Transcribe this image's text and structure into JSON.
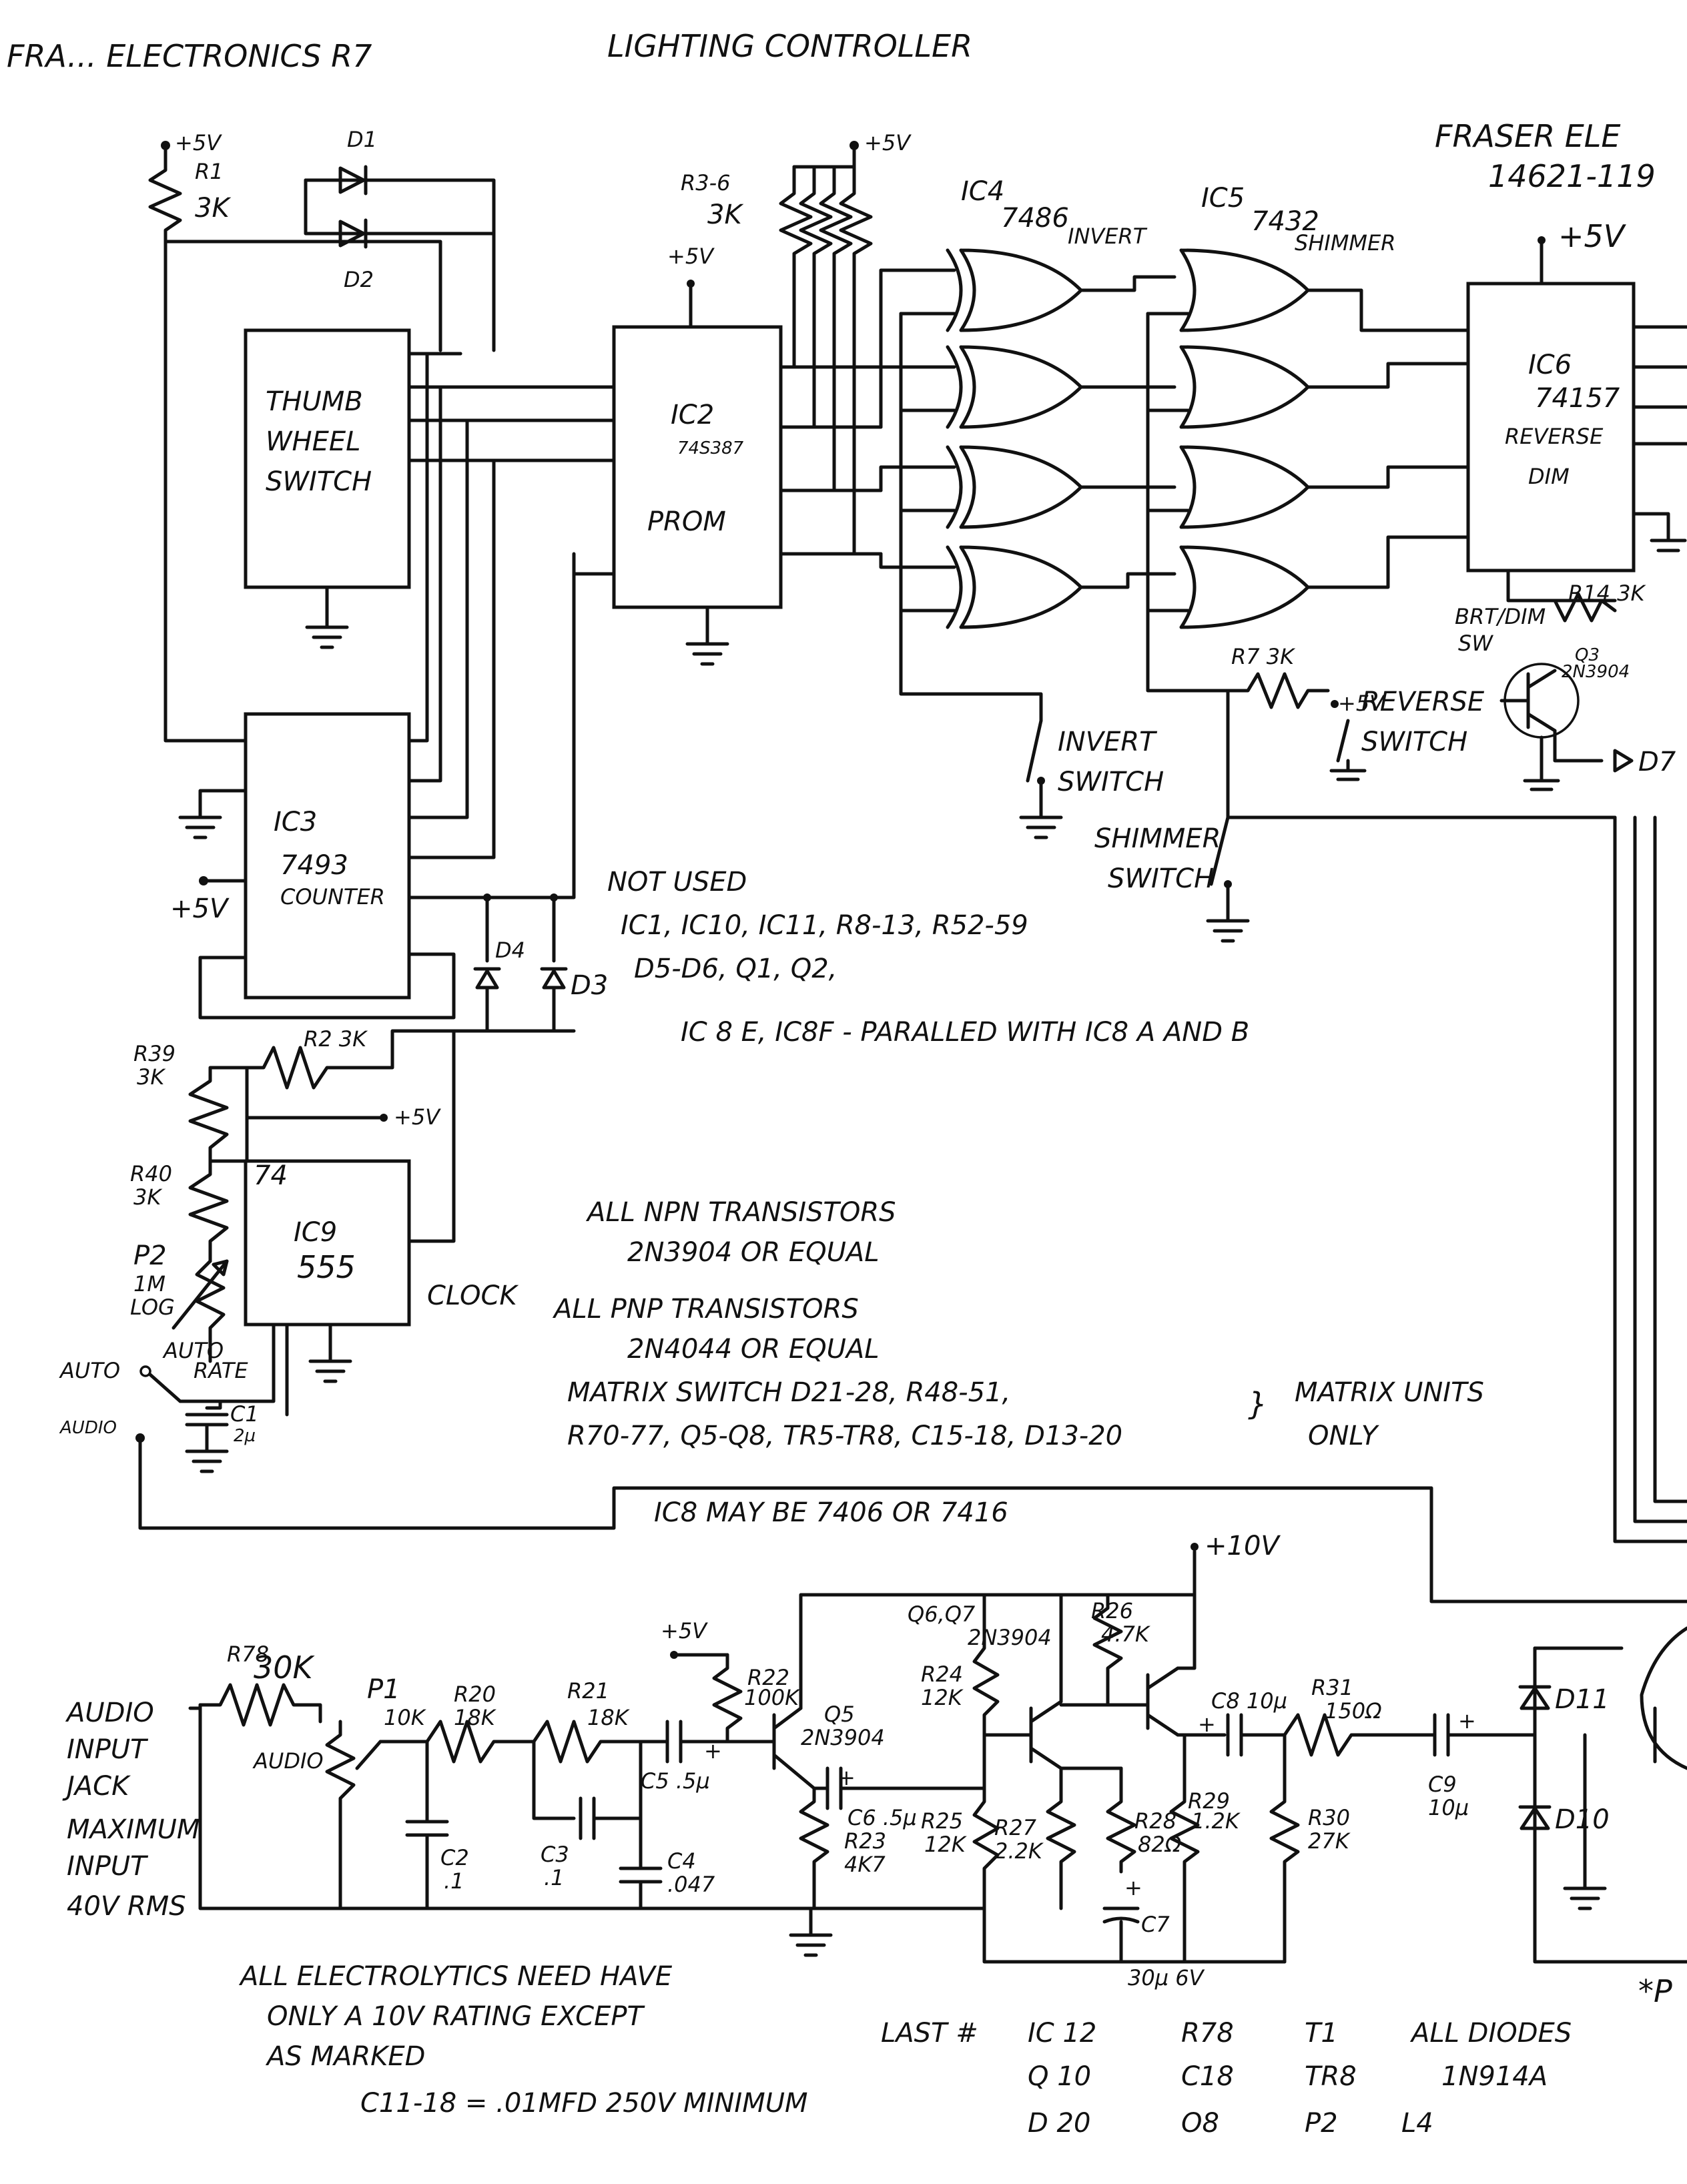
{
  "header": {
    "title_left": "FRA... ELECTRONICS R7",
    "title_right": "LIGHTING CONTROLLER",
    "company": "FRASER ELE",
    "address": "14621-119"
  },
  "labels": {
    "plus5v": "+5V",
    "plus10v": "+10V",
    "r1": "R1",
    "r1_val": "3K",
    "d1": "D1",
    "d2": "D2",
    "r3_6": "R3-6",
    "r3_6_val": "3K",
    "thumbwheel_line1": "THUMB",
    "thumbwheel_line2": "WHEEL",
    "thumbwheel_line3": "SWITCH",
    "ic2_name": "IC2",
    "ic2_part": "74S387",
    "ic2_role": "PROM",
    "ic4_name": "IC4",
    "ic4_part": "7486",
    "ic4_role": "INVERT",
    "ic5_name": "IC5",
    "ic5_part": "7432",
    "ic5_role": "SHIMMER",
    "ic6_name": "IC6",
    "ic6_part": "74157",
    "ic6_role": "REVERSE",
    "ic6_role2": "DIM",
    "ic3_name": "IC3",
    "ic3_part": "7493",
    "ic3_role": "COUNTER",
    "ic9_name": "IC9",
    "ic9_part": "555",
    "clock": "CLOCK",
    "d3": "D3",
    "d4": "D4",
    "r2": "R2 3K",
    "r39": "R39",
    "r39_val": "3K",
    "r40": "R40",
    "r40_val": "3K",
    "p2": "P2",
    "p2_val": "1M",
    "p2_taper": "LOG",
    "auto": "AUTO",
    "auto_rate": "AUTO",
    "auto_rate2": "RATE",
    "audio": "AUDIO",
    "c1": "C1",
    "c1_val": "2µ",
    "r7": "R7 3K",
    "invert_sw": "INVERT",
    "invert_sw2": "SWITCH",
    "shimmer_sw": "SHIMMER",
    "shimmer_sw2": "SWITCH",
    "reverse_sw": "REVERSE",
    "reverse_sw2": "SWITCH",
    "brt_dim": "BRT/DIM",
    "brt_dim2": "SW",
    "r14": "R14 3K",
    "q3": "Q3",
    "q3_part": "2N3904",
    "d7": "D7",
    "r78": "R78",
    "r78_val": "30K",
    "p1": "P1",
    "p1_val": "10K",
    "p1_role": "AUDIO",
    "r20": "R20",
    "r20_val": "18K",
    "r21": "R21",
    "r21_val": "18K",
    "c2": "C2",
    "c2_val": ".1",
    "c3": "C3",
    "c3_val": ".1",
    "c4": "C4",
    "c4_val": ".047",
    "c5": "C5 .5µ",
    "r22": "R22",
    "r22_val": "100K",
    "q5": "Q5",
    "q5_part": "2N3904",
    "c6": "C6 .5µ",
    "r23": "R23",
    "r23_val": "4K7",
    "r24": "R24",
    "r24_val": "12K",
    "r25": "R25",
    "r25_val": "12K",
    "q67": "Q6,Q7",
    "q67_part": "2N3904",
    "r26": "R26",
    "r26_val": "4.7K",
    "r27": "R27",
    "r27_val": "2.2K",
    "r28": "R28",
    "r28_val": "82Ω",
    "r29": "R29",
    "r29_val": "1.2K",
    "c7": "C7",
    "c7_val": "30µ 6V",
    "c8": "C8 10µ",
    "r31": "R31",
    "r31_val": "150Ω",
    "r30": "R30",
    "r30_val": "27K",
    "c9": "C9",
    "c9_val": "10µ",
    "d11": "D11",
    "d10": "D10",
    "audio_input_1": "AUDIO",
    "audio_input_2": "INPUT",
    "audio_input_3": "JACK",
    "audio_input_4": "MAXIMUM",
    "audio_input_5": "INPUT",
    "audio_input_6": "40V RMS"
  },
  "notes": {
    "not_used_title": "NOT USED",
    "not_used_1": "IC1, IC10, IC11, R8-13, R52-59",
    "not_used_2": "D5-D6, Q1, Q2,",
    "not_used_3": "IC 8 E, IC8F - PARALLED WITH IC8 A AND B",
    "npn_1": "ALL NPN TRANSISTORS",
    "npn_2": "2N3904 OR EQUAL",
    "pnp_1": "ALL PNP TRANSISTORS",
    "pnp_2": "2N4044 OR EQUAL",
    "matrix_1": "MATRIX SWITCH D21-28, R48-51,",
    "matrix_2": "R70-77, Q5-Q8, TR5-TR8, C15-18, D13-20",
    "matrix_units": "MATRIX UNITS",
    "matrix_only": "ONLY",
    "ic8_note": "IC8 MAY BE 7406 OR 7416",
    "elec_1": "ALL ELECTROLYTICS NEED HAVE",
    "elec_2": "ONLY A 10V RATING EXCEPT",
    "elec_3": "AS MARKED",
    "elec_4": "C11-18 = .01MFD 250V MINIMUM",
    "last_title": "LAST #",
    "last_ic": "IC 12",
    "last_q": "Q 10",
    "last_d": "D 20",
    "last_r": "R78",
    "last_c": "C18",
    "last_o": "O8",
    "last_t": "T1",
    "last_tr": "TR8",
    "last_p": "P2",
    "all_diodes": "ALL DIODES",
    "diode_part": "1N914A",
    "last_l": "L4",
    "edge_star": "*P"
  }
}
